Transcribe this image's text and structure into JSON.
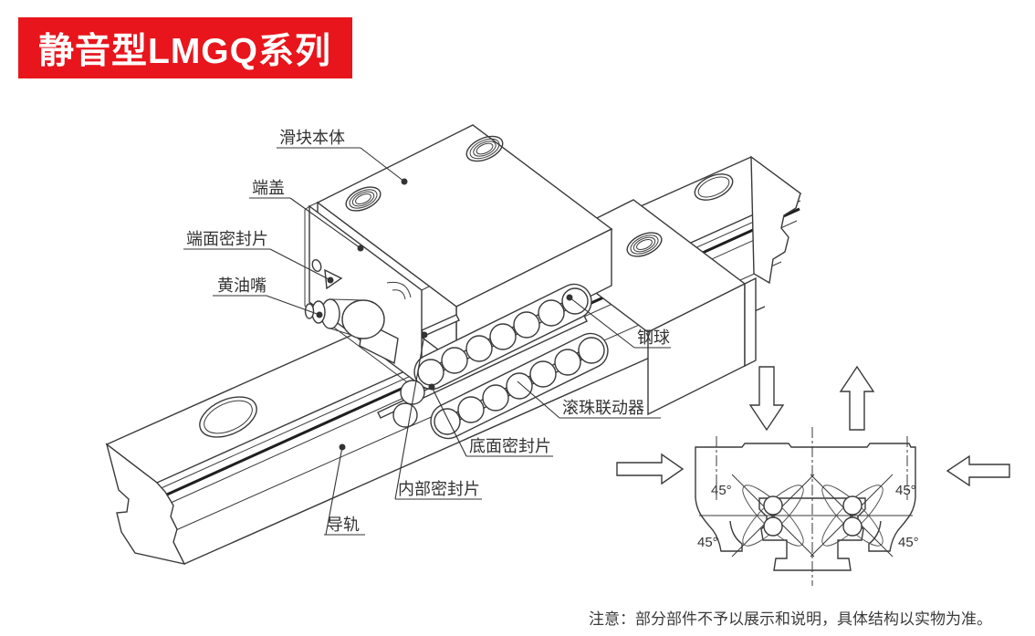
{
  "banner": {
    "title": "静音型LMGQ系列",
    "bg_color": "#e8151c",
    "text_color": "#ffffff"
  },
  "diagram": {
    "part_labels": [
      {
        "id": "slider-body",
        "text": "滑块本体"
      },
      {
        "id": "end-cap",
        "text": "端盖"
      },
      {
        "id": "end-seal",
        "text": "端面密封片"
      },
      {
        "id": "grease-nipple",
        "text": "黄油嘴"
      },
      {
        "id": "steel-ball",
        "text": "钢球"
      },
      {
        "id": "ball-linkage",
        "text": "滚珠联动器"
      },
      {
        "id": "bottom-seal",
        "text": "底面密封片"
      },
      {
        "id": "inner-seal",
        "text": "内部密封片"
      },
      {
        "id": "rail",
        "text": "导轨"
      }
    ]
  },
  "cross_section": {
    "angle_labels": [
      "45°",
      "45°",
      "45°",
      "45°"
    ],
    "arrows": [
      "down-load",
      "up-load",
      "right-load",
      "left-load"
    ]
  },
  "note": {
    "text": "注意：部分部件不予以展示和说明，具体结构以实物为准。"
  },
  "line_color": "#3a3a3a"
}
